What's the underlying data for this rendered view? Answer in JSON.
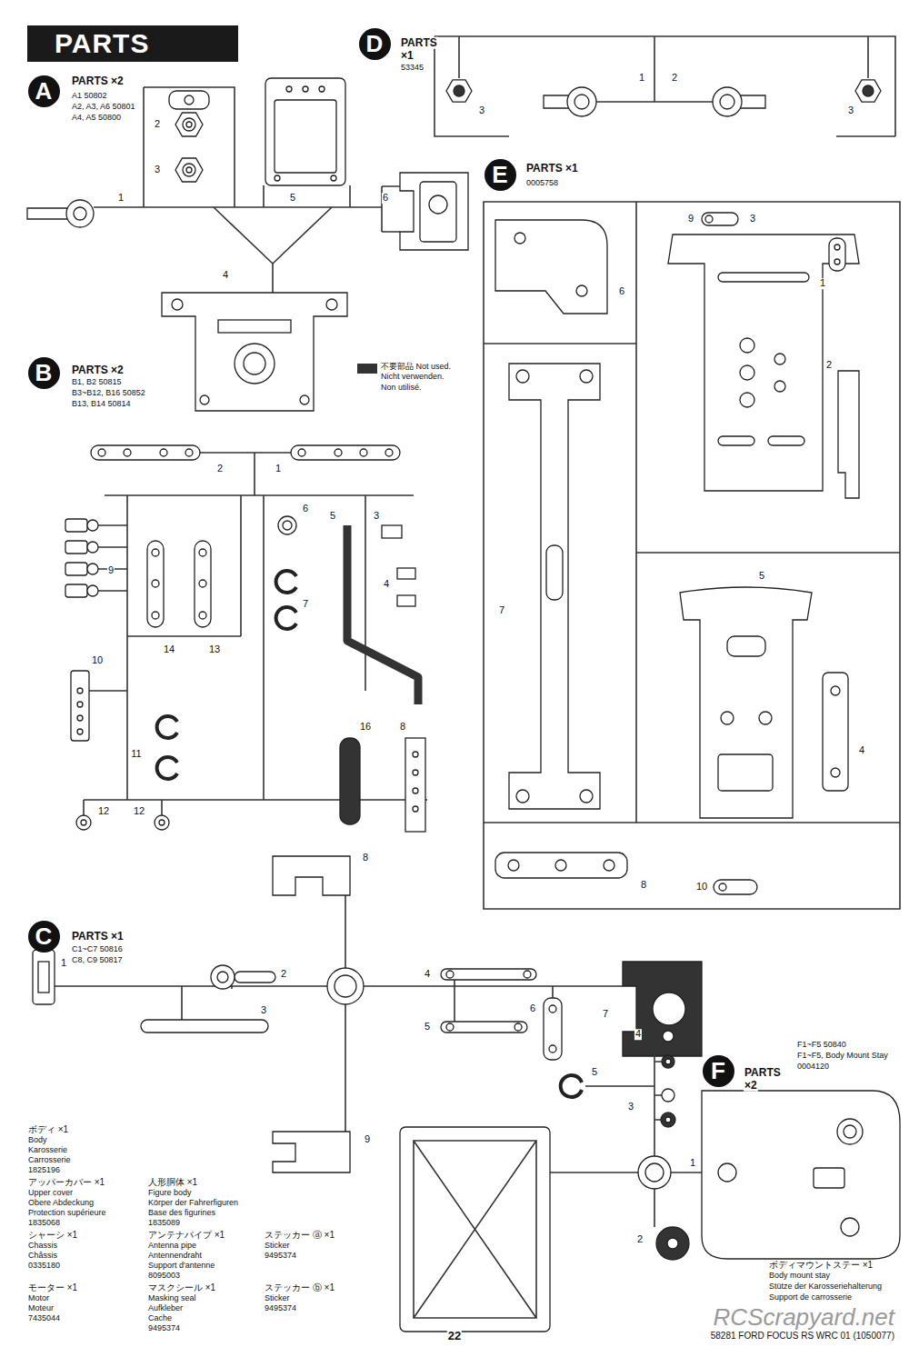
{
  "diagram": {
    "title": "PARTS",
    "nodes": [
      {
        "text": [
          "D"
        ]
      },
      {
        "text": [
          "A"
        ]
      },
      {
        "text": [
          "E"
        ]
      },
      {
        "text": [
          "B"
        ]
      },
      {
        "text": [
          "C"
        ]
      },
      {
        "text": [
          "F"
        ]
      }
    ],
    "labels": [
      "PARTS ×2",
      "A1 50802",
      "A2, A3, A6 50801",
      "A4, A5 50800",
      "1",
      "2",
      "3",
      "4",
      "5",
      "6",
      "PARTS",
      "×1",
      "53345",
      "1",
      "2",
      "3",
      "3",
      "PARTS ×1",
      "0005758",
      "9",
      "3",
      "1",
      "6",
      "2",
      "PARTS ×2",
      "B1, B2 50815",
      "B3~B12, B16 50852",
      "B13, B14 50814",
      "2",
      "1",
      "6",
      "5",
      "3",
      "9",
      "4",
      "7",
      "7",
      "5",
      "14",
      "13",
      "10",
      "16",
      "8",
      "4",
      "11",
      "12",
      "12",
      "8",
      "8",
      "10",
      "PARTS ×1",
      "C1~C7 50816",
      "C8, C9 50817",
      "1",
      "2",
      "4",
      "3",
      "6",
      "7",
      "5",
      "4",
      "F1~F5 50840",
      "F1~F5, Body Mount Stay",
      "0004120",
      "PARTS",
      "×2",
      "5",
      "3",
      "ボディ ×1",
      "Body",
      "Karosserie",
      "Carrosserie",
      "1825196",
      "9",
      "1",
      "アッパーカバー ×1",
      "人形胴体 ×1",
      "Upper cover",
      "Figure body",
      "Obere Abdeckung",
      "Körper der Fahrerfiguren",
      "Protection supérieure",
      "Base des figurines",
      "1835068",
      "1835089",
      "シャーシ ×1",
      "アンテナパイプ ×1",
      "ステッカー ⓐ ×1",
      "2",
      "Chassis",
      "Antenna pipe",
      "Sticker",
      "Châssis",
      "Antennendraht",
      "9495374",
      "0335180",
      "Support d'antenne",
      "ボディマウントステー ×1",
      "8095003",
      "Body mount stay",
      "モーター ×1",
      "マスクシール ×1",
      "ステッカー ⓑ ×1",
      "Stütze der Karosseriehalterung",
      "Motor",
      "Masking seal",
      "Sticker",
      "Support de carrosserie",
      "Moteur",
      "Aufkleber",
      "9495374",
      "7435044",
      "Cache",
      "RCScrapyard.net",
      "9495374",
      "22",
      "58281 FORD FOCUS RS WRC 01 (1050077)"
    ],
    "legend": [
      {
        "text": "不要部品 Not used. Nicht verwenden. Non utilisé.",
        "color": "#333333"
      }
    ]
  }
}
